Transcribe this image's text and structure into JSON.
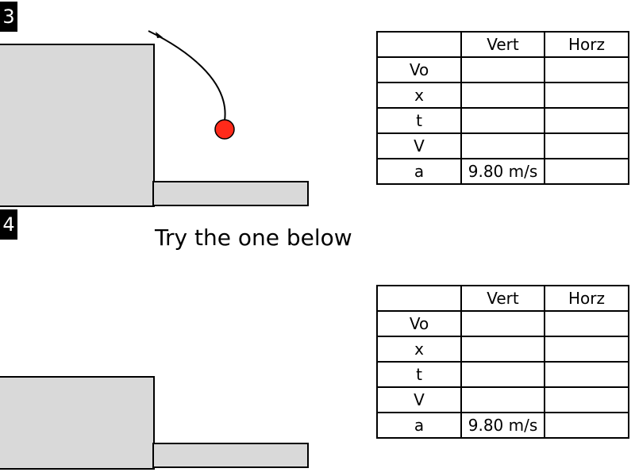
{
  "problems": [
    {
      "number": "3",
      "table": {
        "headers": [
          "",
          "Vert",
          "Horz"
        ],
        "rows": [
          {
            "label": "Vo",
            "vert": "",
            "horz": ""
          },
          {
            "label": "x",
            "vert": "",
            "horz": ""
          },
          {
            "label": "t",
            "vert": "",
            "horz": ""
          },
          {
            "label": "V",
            "vert": "",
            "horz": ""
          },
          {
            "label": "a",
            "vert": "9.80 m/s",
            "horz": ""
          }
        ]
      },
      "ball_color": "#ff2a1a"
    },
    {
      "number": "4",
      "table": {
        "headers": [
          "",
          "Vert",
          "Horz"
        ],
        "rows": [
          {
            "label": "Vo",
            "vert": "",
            "horz": ""
          },
          {
            "label": "x",
            "vert": "",
            "horz": ""
          },
          {
            "label": "t",
            "vert": "",
            "horz": ""
          },
          {
            "label": "V",
            "vert": "",
            "horz": ""
          },
          {
            "label": "a",
            "vert": "9.80 m/s",
            "horz": ""
          }
        ]
      }
    }
  ],
  "instruction": "Try the one below",
  "colors": {
    "block_fill": "#d9d9d9",
    "badge_bg": "#000000"
  }
}
